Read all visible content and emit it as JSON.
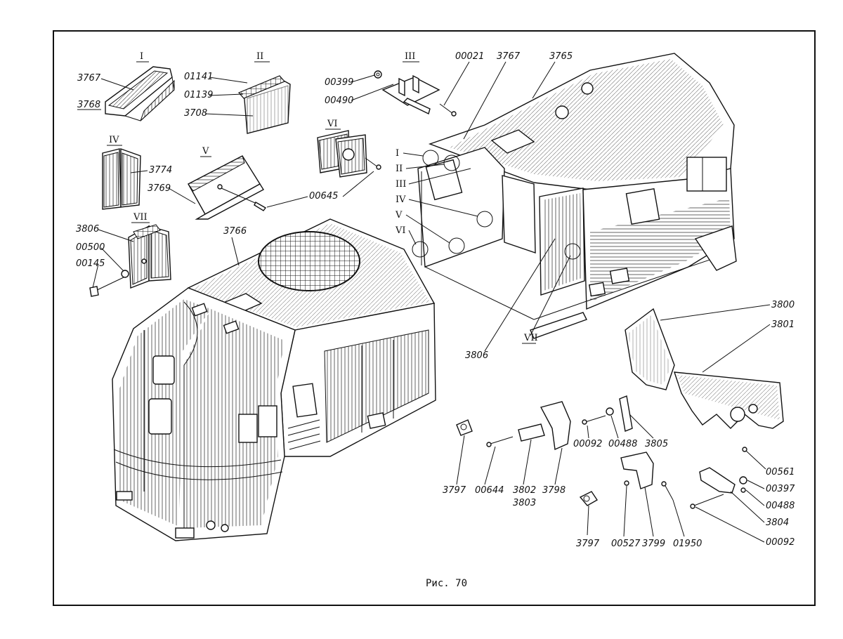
{
  "figure": {
    "caption": "Рис. 70",
    "colors": {
      "ink": "#111111",
      "paper": "#ffffff"
    }
  },
  "callouts": {
    "detail_I": "I",
    "detail_II": "II",
    "detail_III": "III",
    "detail_IV": "IV",
    "detail_V": "V",
    "detail_VI": "VI",
    "detail_VII": "VII",
    "p3767a": "3767",
    "p3768": "3768",
    "p01141": "01141",
    "p01139": "01139",
    "p3708": "3708",
    "p00399": "00399",
    "p00490": "00490",
    "p00021": "00021",
    "p3767b": "3767",
    "p3765": "3765",
    "p3774": "3774",
    "p3769": "3769",
    "p00645": "00645",
    "p3806a": "3806",
    "p00500": "00500",
    "p00145": "00145",
    "p3766": "3766",
    "p3806b": "3806",
    "p3800": "3800",
    "p3801": "3801",
    "p3797a": "3797",
    "p00644": "00644",
    "p3802": "3802",
    "p3803": "3803",
    "p3798": "3798",
    "p00092a": "00092",
    "p00488a": "00488",
    "p3805": "3805",
    "p00561": "00561",
    "p00397": "00397",
    "p00488b": "00488",
    "p3804": "3804",
    "p00092b": "00092",
    "p3797b": "3797",
    "p00527": "00527",
    "p3799": "3799",
    "p01950": "01950"
  }
}
